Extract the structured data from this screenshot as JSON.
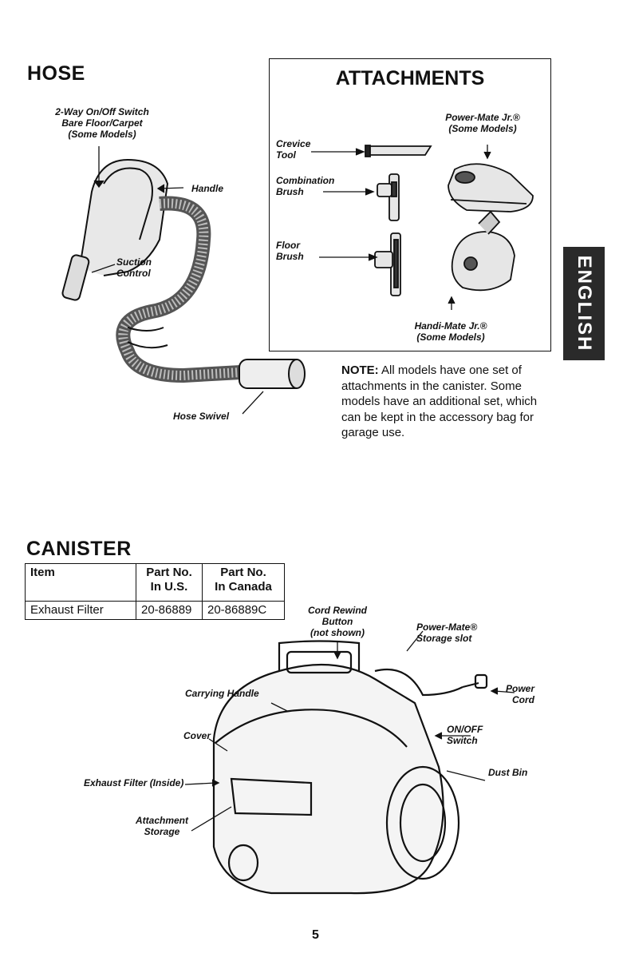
{
  "hose": {
    "title": "HOSE",
    "switch_label_1": "2-Way On/Off Switch",
    "switch_label_2": "Bare Floor/Carpet",
    "switch_label_3": "(Some Models)",
    "handle_label": "Handle",
    "suction_label_1": "Suction",
    "suction_label_2": "Control",
    "swivel_label": "Hose Swivel"
  },
  "attachments": {
    "title": "ATTACHMENTS",
    "crevice_1": "Crevice",
    "crevice_2": "Tool",
    "combination_1": "Combination",
    "combination_2": "Brush",
    "floor_1": "Floor",
    "floor_2": "Brush",
    "powermate_jr_1": "Power-Mate Jr.®",
    "powermate_jr_2": "(Some Models)",
    "handimate_1": "Handi-Mate Jr.®",
    "handimate_2": "(Some Models)"
  },
  "note": {
    "prefix": "NOTE:",
    "text": " All models have one set of attachments in the canister. Some models have an additional set, which can be kept in the accessory bag for garage use."
  },
  "side_tab": "ENGLISH",
  "canister": {
    "title": "CANISTER",
    "table": {
      "headers": [
        "Item",
        "Part No. In U.S.",
        "Part No. In Canada"
      ],
      "header_lines": [
        [
          "Item",
          ""
        ],
        [
          "Part No.",
          "In U.S."
        ],
        [
          "Part No.",
          "In Canada"
        ]
      ],
      "rows": [
        [
          "Exhaust Filter",
          "20-86889",
          "20-86889C"
        ]
      ]
    },
    "cord_rewind_1": "Cord Rewind",
    "cord_rewind_2": "Button",
    "cord_rewind_3": "(not shown)",
    "powermate_slot_1": "Power-Mate®",
    "powermate_slot_2": "Storage slot",
    "carrying_handle": "Carrying Handle",
    "power_cord_1": "Power",
    "power_cord_2": "Cord",
    "cover": "Cover",
    "onoff_1": "ON/OFF",
    "onoff_2": "Switch",
    "exhaust_filter": "Exhaust Filter (Inside)",
    "dust_bin": "Dust Bin",
    "attachment_storage_1": "Attachment",
    "attachment_storage_2": "Storage"
  },
  "page_number": "5"
}
